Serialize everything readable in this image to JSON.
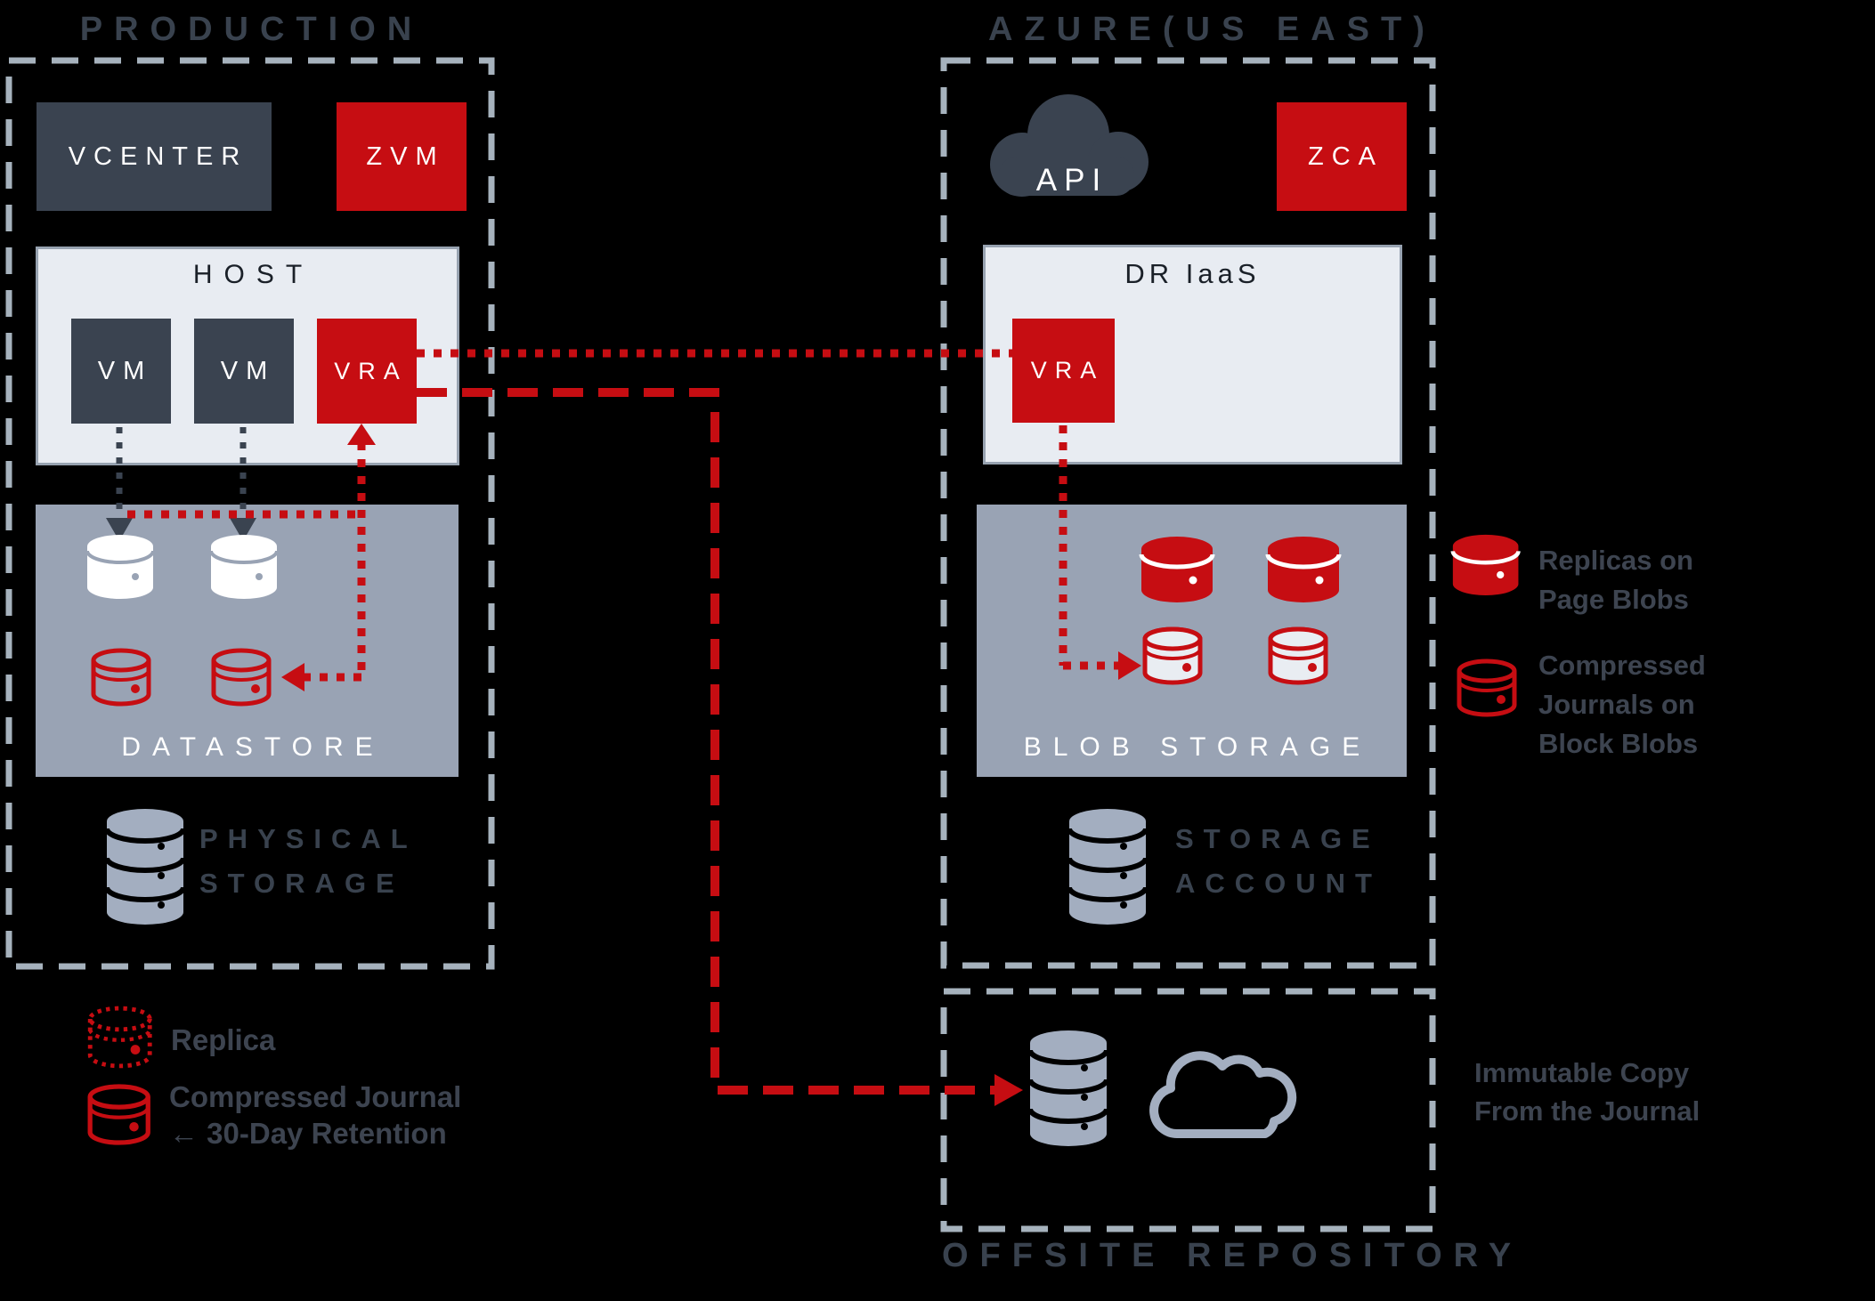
{
  "colors": {
    "background": "#000000",
    "slate": "#3a4350",
    "red": "#c60d12",
    "panel_light": "#e8ecf2",
    "panel_gray": "#99a3b4",
    "dashed_border": "#a6b2bd",
    "title_text": "#39424e",
    "legend_text": "#3d4450",
    "icon_gray": "#a3aec0",
    "white": "#ffffff"
  },
  "production": {
    "title": "PRODUCTION",
    "vcenter_label": "VCENTER",
    "zvm_label": "ZVM",
    "host_label": "HOST",
    "vm1_label": "VM",
    "vm2_label": "VM",
    "vra_label": "VRA",
    "datastore_label": "DATASTORE",
    "physical_storage_line1": "PHYSICAL",
    "physical_storage_line2": "STORAGE"
  },
  "azure": {
    "title": "AZURE(US EAST)",
    "api_label": "API",
    "zca_label": "ZCA",
    "dr_iaas_label": "DR IaaS",
    "vra_label": "VRA",
    "blob_storage_label": "BLOB STORAGE",
    "storage_account_line1": "STORAGE",
    "storage_account_line2": "ACCOUNT"
  },
  "offsite": {
    "title": "OFFSITE REPOSITORY",
    "note_line1": "Immutable Copy",
    "note_line2": "From the Journal"
  },
  "legend_right": {
    "replicas_line1": "Replicas on",
    "replicas_line2": "Page Blobs",
    "journals_line1": "Compressed",
    "journals_line2": "Journals on",
    "journals_line3": "Block Blobs"
  },
  "legend_left": {
    "replica_label": "Replica",
    "journal_line1": "Compressed Journal",
    "journal_line2": "← 30-Day Retention"
  },
  "icons": {
    "white_cylinder": "datastore-volume-icon",
    "red_cylinder": "replica-page-blob-icon",
    "journal_cylinder": "compressed-journal-icon",
    "dotted_cylinder": "replica-outline-icon",
    "db_stack": "storage-stack-icon",
    "cloud_filled": "api-cloud-icon",
    "cloud_outline": "offsite-cloud-icon"
  }
}
